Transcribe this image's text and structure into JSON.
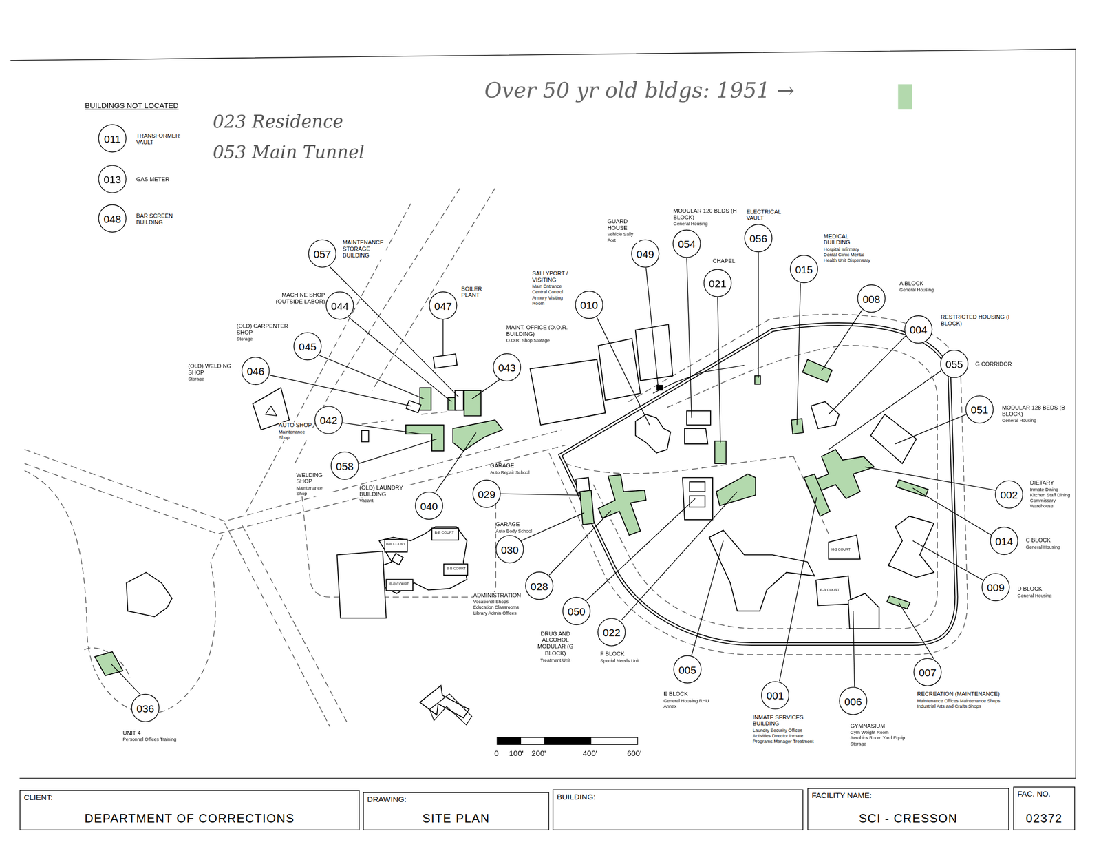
{
  "diagram": {
    "nodes": [
      {
        "text": [
          "011",
          "TRANSFORMER VAULT"
        ]
      },
      {
        "text": [
          "013",
          "GAS METER"
        ]
      },
      {
        "text": [
          "048",
          "BAR SCREEN BUILDING"
        ]
      },
      {
        "text": [
          "057",
          "MAINTENANCE STORAGE BUILDING"
        ]
      },
      {
        "text": [
          "047",
          "BOILER PLANT"
        ]
      },
      {
        "text": [
          "010",
          "SALLYPORT / VISITING",
          "Main Entrance Central Control Armory Visiting Room"
        ]
      },
      {
        "text": [
          "049",
          "GUARD HOUSE",
          "Vehicle Sally Port"
        ]
      },
      {
        "text": [
          "054",
          "MODULAR 120 BEDS (H BLOCK)",
          "General Housing"
        ]
      },
      {
        "text": [
          "056",
          "ELECTRICAL VAULT"
        ]
      },
      {
        "text": [
          "015",
          "MEDICAL BUILDING",
          "Hospital Infirmary Dental Clinic Mental Health Unit Dispensary"
        ]
      },
      {
        "text": [
          "021",
          "CHAPEL"
        ]
      },
      {
        "text": [
          "008",
          "A BLOCK",
          "General Housing"
        ]
      },
      {
        "text": [
          "044",
          "MACHINE SHOP (OUTSIDE LABOR)"
        ]
      },
      {
        "text": [
          "004",
          "RESTRICTED HOUSING (I BLOCK)"
        ]
      },
      {
        "text": [
          "045",
          "(OLD) CARPENTER SHOP",
          "Storage"
        ]
      },
      {
        "text": [
          "055",
          "G CORRIDOR"
        ]
      },
      {
        "text": [
          "043",
          "MAINT. OFFICE (O.O.R. BUILDING)",
          "O.O.R. Shop Storage"
        ]
      },
      {
        "text": [
          "046",
          "(OLD) WELDING SHOP",
          "Storage"
        ]
      },
      {
        "text": [
          "051",
          "MODULAR 128 BEDS (B BLOCK)",
          "General Housing"
        ]
      },
      {
        "text": [
          "042",
          "AUTO SHOP",
          "Maintenance Shop"
        ]
      },
      {
        "text": [
          "058",
          "WELDING SHOP",
          "Maintenance Shop"
        ]
      },
      {
        "text": [
          "029",
          "GARAGE",
          "Auto Repair School"
        ]
      },
      {
        "text": [
          "002",
          "DIETARY",
          "Inmate Dining Kitchen Staff Dining Commissary Warehouse"
        ]
      },
      {
        "text": [
          "040",
          "(OLD) LAUNDRY BUILDING",
          "Vacant"
        ]
      },
      {
        "text": [
          "014",
          "C BLOCK",
          "General Housing"
        ]
      },
      {
        "text": [
          "030",
          "GARAGE",
          "Auto Body School"
        ]
      },
      {
        "text": [
          "009",
          "D BLOCK",
          "General Housing"
        ]
      },
      {
        "text": [
          "028",
          "ADMINISTRATION",
          "Vocational Shops Education Classrooms Library Admin Offices"
        ]
      },
      {
        "text": [
          "050",
          "DRUG AND ALCOHOL MODULAR (G BLOCK)",
          "Treatment Unit"
        ]
      },
      {
        "text": [
          "022",
          "F BLOCK",
          "Special Needs Unit"
        ]
      },
      {
        "text": [
          "005",
          "E BLOCK",
          "General Housing RHU Annex"
        ]
      },
      {
        "text": [
          "007",
          "RECREATION (MAINTENANCE)",
          "Maintenance Offices Maintenance Shops Industrial Arts and Crafts Shops"
        ]
      },
      {
        "text": [
          "001",
          "INMATE SERVICES BUILDING",
          "Laundry Security Offices Activities Director Inmate Programs Manager Treatment"
        ]
      },
      {
        "text": [
          "006",
          "GYMNASIUM",
          "Gym Weight Room Aerobics Room Yard Equip Storage"
        ]
      },
      {
        "text": [
          "036",
          "UNIT 4",
          "Personnel Offices Training"
        ]
      },
      {
        "text": [
          "CLIENT:",
          "DEPARTMENT OF CORRECTIONS"
        ]
      },
      {
        "text": [
          "DRAWING:",
          "SITE PLAN"
        ]
      },
      {
        "text": [
          "BUILDING:"
        ]
      },
      {
        "text": [
          "FACILITY NAME:",
          "SCI - CRESSON"
        ]
      },
      {
        "text": [
          "FAC. NO.",
          "02372"
        ]
      }
    ],
    "labels": [
      "BUILDINGS NOT LOCATED",
      "023 Residence",
      "053 Main Tunnel",
      "B-B COURT",
      "B-B COURT",
      "B-B COURT",
      "B-B COURT",
      "H-3 COURT",
      "B-B COURT",
      "0",
      "100'",
      "200'",
      "400'",
      "600'"
    ],
    "legend": [
      {
        "text": "Over 50 yr old bldgs: 1951 →",
        "color": "#b3d9ad"
      }
    ]
  }
}
